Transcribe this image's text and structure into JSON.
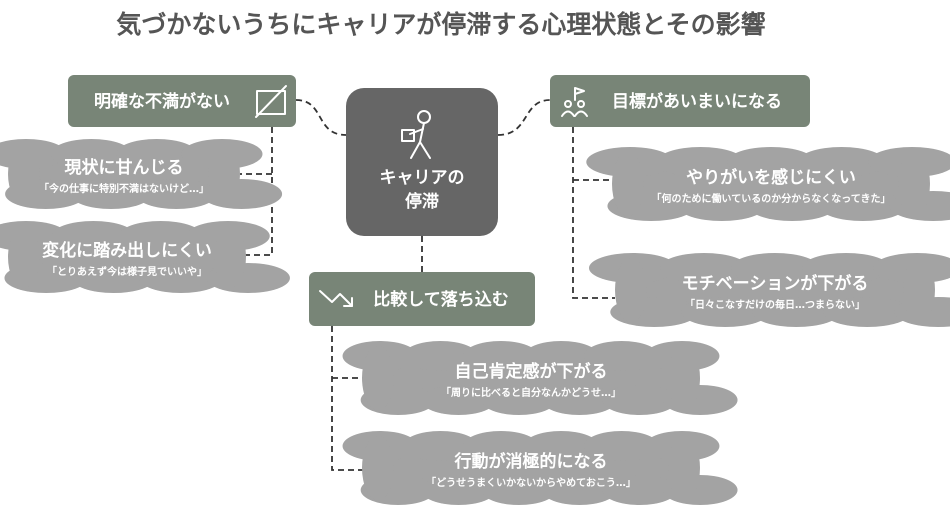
{
  "title": "気づかないうちにキャリアが停滞する心理状態とその影響",
  "colors": {
    "title": "#555555",
    "center_node": "#666666",
    "branch_node": "#788577",
    "cloud": "#a3a3a3",
    "connector": "#333333",
    "text_on_shape": "#ffffff"
  },
  "center": {
    "icon": "person-carrying-box-icon",
    "lines": [
      "キャリアの",
      "停滞"
    ]
  },
  "branches": [
    {
      "label": "明確な不満がない",
      "icon": "no-complaint-icon",
      "items": [
        {
          "title": "現状に甘んじる",
          "quote": "「今の仕事に特別不満はないけど…」"
        },
        {
          "title": "変化に踏み出しにくい",
          "quote": "「とりあえず今は様子見でいいや」"
        }
      ]
    },
    {
      "label": "目標があいまいになる",
      "icon": "target-people-icon",
      "items": [
        {
          "title": "やりがいを感じにくい",
          "quote": "「何のために働いているのか分からなくなってきた」"
        },
        {
          "title": "モチベーションが下がる",
          "quote": "「日々こなすだけの毎日…つまらない」"
        }
      ]
    },
    {
      "label": "比較して落ち込む",
      "icon": "trend-down-icon",
      "items": [
        {
          "title": "自己肯定感が下がる",
          "quote": "「周りに比べると自分なんかどうせ…」"
        },
        {
          "title": "行動が消極的になる",
          "quote": "「どうせうまくいかないからやめておこう…」"
        }
      ]
    }
  ]
}
